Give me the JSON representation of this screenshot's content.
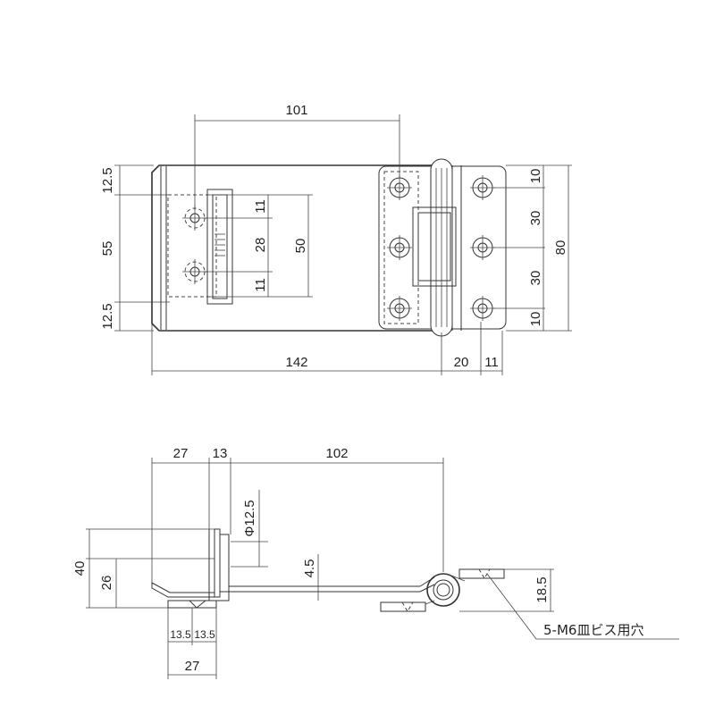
{
  "top_view": {
    "dims": {
      "d101": "101",
      "d125_top": "12.5",
      "d55": "55",
      "d125_bottom": "12.5",
      "d11_top": "11",
      "d28": "28",
      "d11_bottom": "11",
      "d50": "50",
      "d10_top": "10",
      "d30_top": "30",
      "d30_bottom": "30",
      "d10_bottom": "10",
      "d80": "80",
      "d142": "142",
      "d20": "20",
      "d11_right": "11"
    }
  },
  "side_view": {
    "dims": {
      "d27_top": "27",
      "d13": "13",
      "d102": "102",
      "phi125": "Φ12.5",
      "d40": "40",
      "d26": "26",
      "d45": "4.5",
      "d185": "18.5",
      "d135_left": "13.5",
      "d135_right": "13.5",
      "d27_bottom": "27"
    },
    "note": "5-M6皿ビス用穴"
  }
}
